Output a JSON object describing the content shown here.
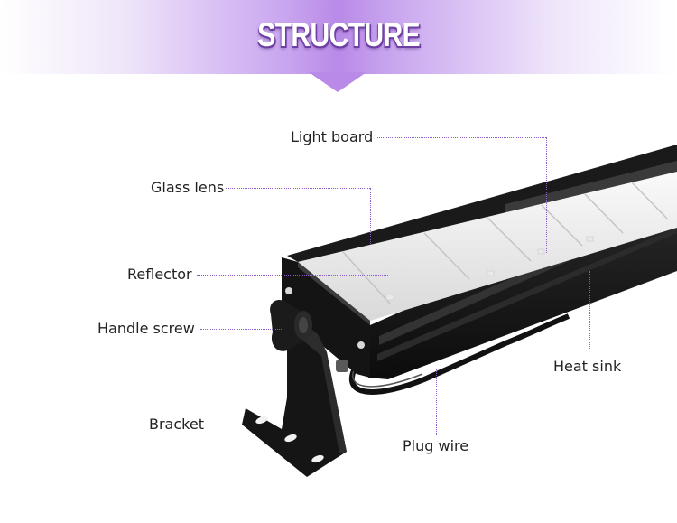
{
  "header": {
    "title": "STRUCTURE",
    "accent_color": "#b98ae8",
    "title_shadow_color": "#6e3fa3"
  },
  "diagram": {
    "subject": "LED wall washer light bar with bracket",
    "leader_color": "#8e5cc9",
    "labels": {
      "light_board": "Light board",
      "glass_lens": "Glass lens",
      "reflector": "Reflector",
      "handle_screw": "Handle screw",
      "bracket": "Bracket",
      "plug_wire": "Plug wire",
      "heat_sink": "Heat sink"
    }
  }
}
